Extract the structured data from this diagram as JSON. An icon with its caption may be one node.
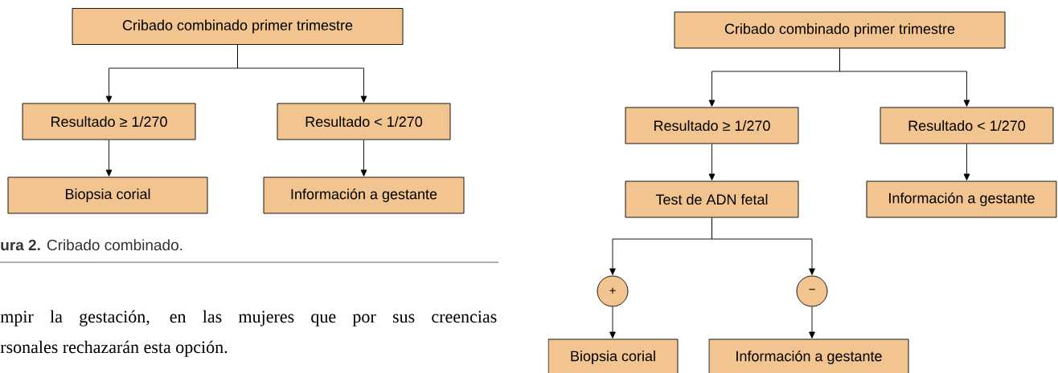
{
  "diagram": {
    "caption": "**ura 2.** Cribado combinado.",
    "nodes": [
      {
        "text": [
          "Cribado combinado primer trimestre"
        ]
      },
      {
        "text": [
          "Resultado ≥ 1/270"
        ]
      },
      {
        "text": [
          "Resultado < 1/270"
        ]
      },
      {
        "text": [
          "Biopsia corial"
        ]
      },
      {
        "text": [
          "Información a gestante"
        ]
      },
      {
        "text": [
          "Cribado combinado primer trimestre"
        ]
      },
      {
        "text": [
          "Resultado ≥ 1/270"
        ]
      },
      {
        "text": [
          "Resultado < 1/270"
        ]
      },
      {
        "text": [
          "Test de ADN fetal"
        ]
      },
      {
        "text": [
          "Información a gestante"
        ]
      },
      {
        "text": [
          "+"
        ]
      },
      {
        "text": [
          "−"
        ]
      },
      {
        "text": [
          "Biopsia corial"
        ]
      },
      {
        "text": [
          "Información a gestante"
        ]
      }
    ],
    "edges": [
      {
        "from": 0,
        "to": 1,
        "arrow": "to"
      },
      {
        "from": 0,
        "to": 2,
        "arrow": "to"
      },
      {
        "from": 1,
        "to": 3,
        "arrow": "to"
      },
      {
        "from": 2,
        "to": 4,
        "arrow": "to"
      },
      {
        "from": 5,
        "to": 6,
        "arrow": "to"
      },
      {
        "from": 5,
        "to": 7,
        "arrow": "to"
      },
      {
        "from": 6,
        "to": 8,
        "arrow": "to"
      },
      {
        "from": 7,
        "to": 9,
        "arrow": "to"
      },
      {
        "from": 8,
        "to": 10,
        "arrow": "to"
      },
      {
        "from": 8,
        "to": 11,
        "arrow": "to"
      },
      {
        "from": 10,
        "to": 12,
        "arrow": "to"
      },
      {
        "from": 11,
        "to": 13,
        "arrow": "to"
      }
    ],
    "labels": [
      "mpir la gestación, en las mujeres que por sus creencias",
      "rsonales rechazarán esta opción."
    ]
  }
}
